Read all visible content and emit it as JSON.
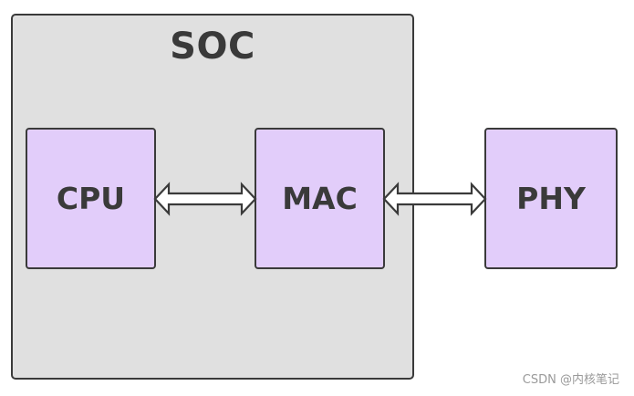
{
  "diagram": {
    "container": {
      "label": "SOC"
    },
    "blocks": [
      {
        "id": "cpu",
        "label": "CPU"
      },
      {
        "id": "mac",
        "label": "MAC"
      },
      {
        "id": "phy",
        "label": "PHY"
      }
    ],
    "connections": [
      {
        "from": "cpu",
        "to": "mac",
        "direction": "bidirectional"
      },
      {
        "from": "mac",
        "to": "phy",
        "direction": "bidirectional"
      }
    ],
    "colors": {
      "container_fill": "#e0e0e0",
      "block_fill": "#e2cdfa",
      "stroke": "#3a3a3a",
      "arrow_fill": "#ffffff"
    }
  },
  "watermark": "CSDN @内核笔记"
}
